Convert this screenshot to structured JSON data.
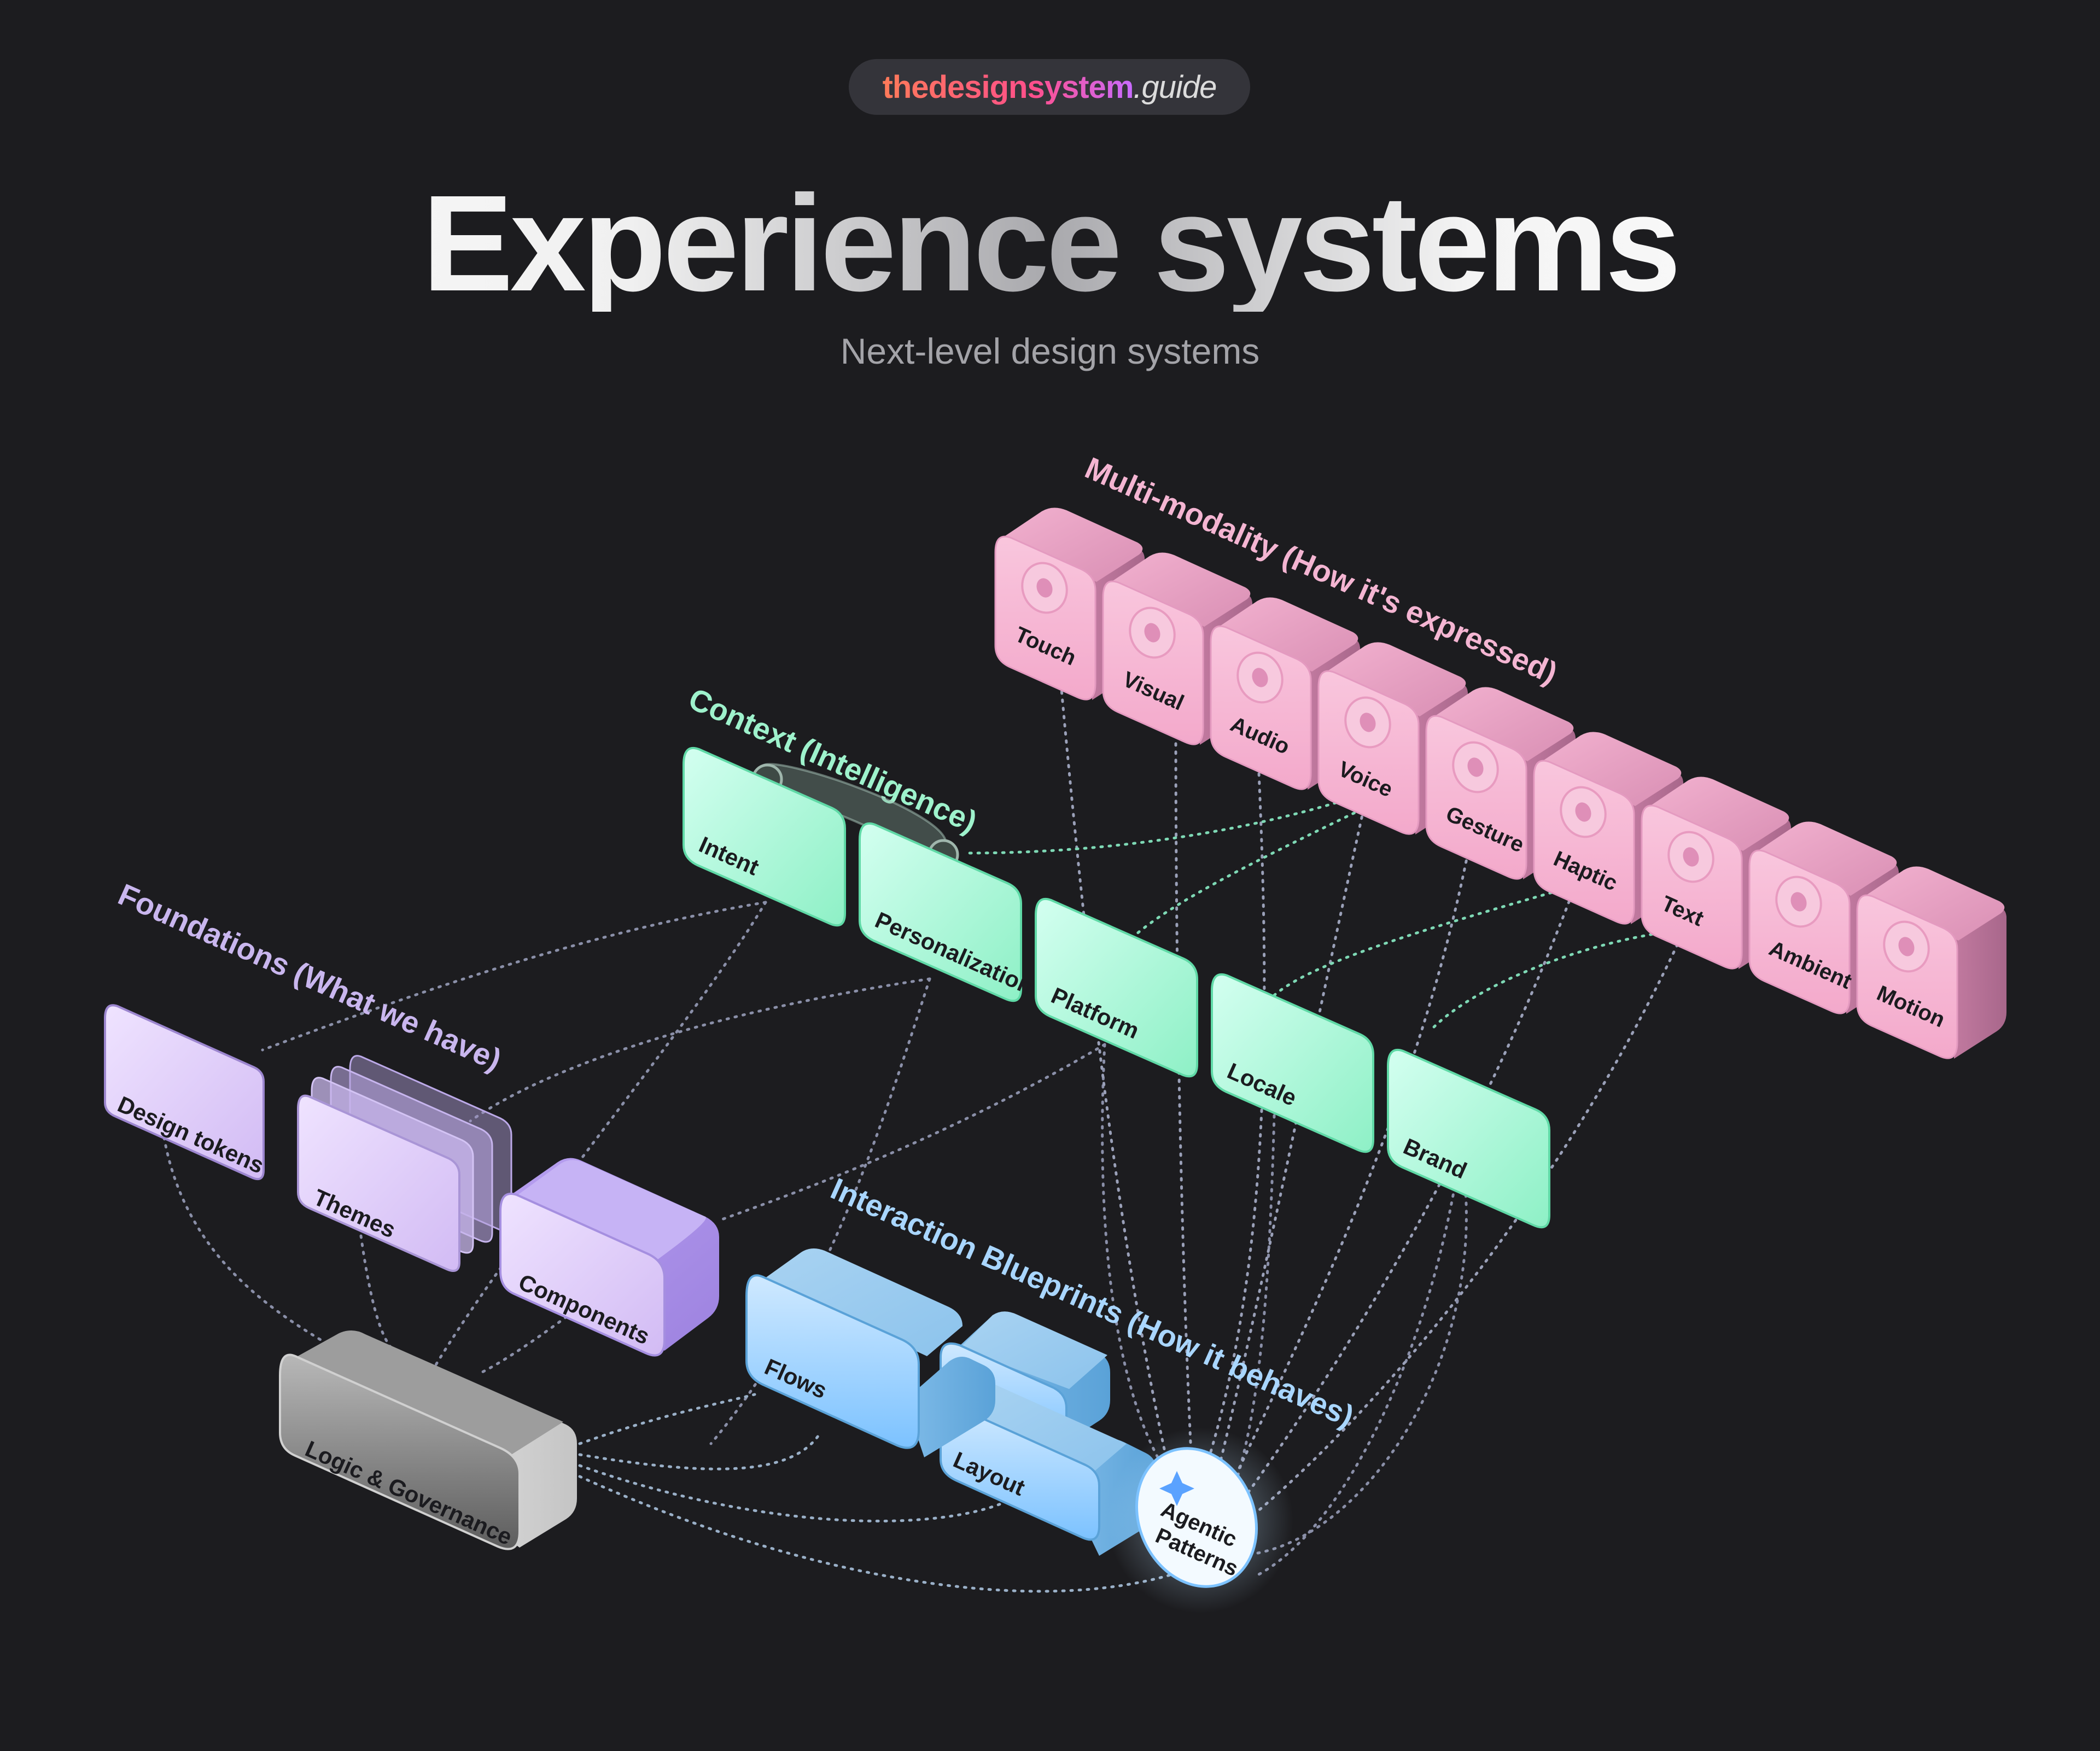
{
  "site": {
    "brand_main": "thedesignsystem",
    "brand_tld": ".guide"
  },
  "header": {
    "title": "Experience systems",
    "subtitle": "Next-level design systems"
  },
  "groups": {
    "multimodality": {
      "title": "Multi-modality (How it's expressed)",
      "color": "#f4b5d2",
      "items": [
        "Touch",
        "Visual",
        "Audio",
        "Voice",
        "Gesture",
        "Haptic",
        "Text",
        "Ambient",
        "Motion"
      ]
    },
    "context": {
      "title": "Context (Intelligence)",
      "color": "#9ef2cc",
      "items": [
        "Intent",
        "Personalization",
        "Platform",
        "Locale",
        "Brand"
      ]
    },
    "foundations": {
      "title": "Foundations (What we have)",
      "color": "#c9b6ee",
      "items": [
        "Design tokens",
        "Themes",
        "Components"
      ]
    },
    "interaction": {
      "title": "Interaction Blueprints (How it behaves)",
      "color": "#a9d6ff",
      "items": [
        "Flows",
        "Layout",
        "Agentic Patterns"
      ]
    },
    "core": {
      "label": "Logic & Governance"
    }
  },
  "icons": [
    "touch-icon",
    "visual-icon",
    "audio-icon",
    "voice-icon",
    "gesture-icon",
    "haptic-icon",
    "text-icon",
    "ambient-icon",
    "motion-icon",
    "sparkle-icon"
  ]
}
